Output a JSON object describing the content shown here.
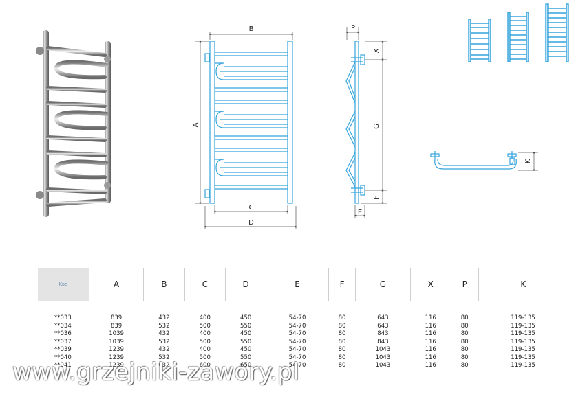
{
  "dimensions": {
    "a": "A",
    "b": "B",
    "c": "C",
    "d": "D",
    "e": "E",
    "f": "F",
    "g": "G",
    "x": "X",
    "p": "P",
    "k": "K"
  },
  "table": {
    "headers": [
      "Kod",
      "A",
      "B",
      "C",
      "D",
      "E",
      "F",
      "G",
      "X",
      "P",
      "K"
    ],
    "rows": [
      [
        "**033",
        "839",
        "432",
        "400",
        "450",
        "54-70",
        "80",
        "643",
        "116",
        "80",
        "119-135"
      ],
      [
        "**034",
        "839",
        "532",
        "500",
        "550",
        "54-70",
        "80",
        "643",
        "116",
        "80",
        "119-135"
      ],
      [
        "**036",
        "1039",
        "432",
        "400",
        "450",
        "54-70",
        "80",
        "843",
        "116",
        "80",
        "119-135"
      ],
      [
        "**037",
        "1039",
        "532",
        "500",
        "550",
        "54-70",
        "80",
        "843",
        "116",
        "80",
        "119-135"
      ],
      [
        "**039",
        "1239",
        "432",
        "400",
        "450",
        "54-70",
        "80",
        "1043",
        "116",
        "80",
        "119-135"
      ],
      [
        "**040",
        "1239",
        "532",
        "500",
        "550",
        "54-70",
        "80",
        "1043",
        "116",
        "80",
        "119-135"
      ],
      [
        "**041",
        "1239",
        "632",
        "600",
        "650",
        "54-70",
        "80",
        "1043",
        "116",
        "80",
        "119-135"
      ]
    ]
  },
  "watermark": "www.grzejniki-zawory.pl",
  "colors": {
    "accent_blue": "#35a4dc",
    "dim_line": "#555555",
    "header_bg": "#e4e4e4"
  }
}
